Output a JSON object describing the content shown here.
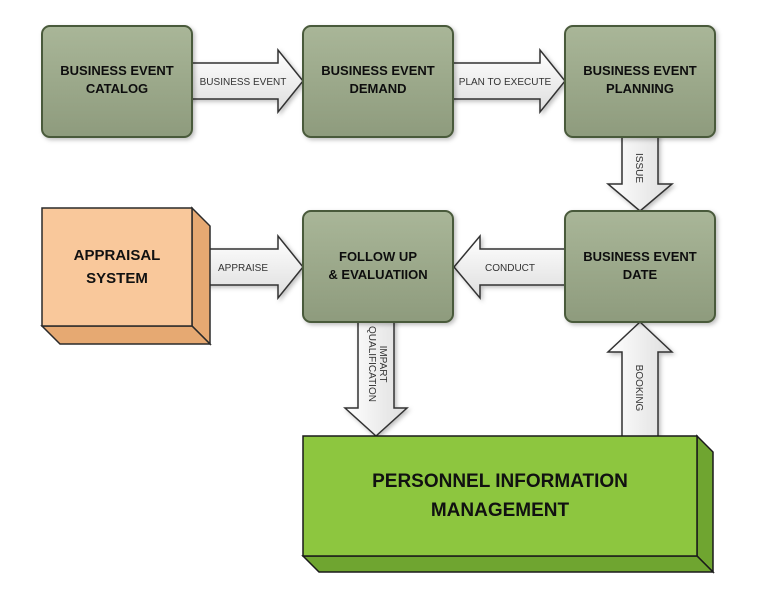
{
  "nodes": {
    "catalog": {
      "line1": "BUSINESS EVENT",
      "line2": "CATALOG"
    },
    "demand": {
      "line1": "BUSINESS EVENT",
      "line2": "DEMAND"
    },
    "planning": {
      "line1": "BUSINESS EVENT",
      "line2": "PLANNING"
    },
    "date": {
      "line1": "BUSINESS EVENT",
      "line2": "DATE"
    },
    "followup": {
      "line1": "FOLLOW UP",
      "line2": "& EVALUATIION"
    },
    "appraisal": {
      "line1": "APPRAISAL",
      "line2": "SYSTEM"
    },
    "pim": {
      "line1": "PERSONNEL INFORMATION",
      "line2": "MANAGEMENT"
    }
  },
  "arrows": {
    "business_event": "BUSINESS EVENT",
    "plan_to_execute": "PLAN TO EXECUTE",
    "issue": "ISSUE",
    "conduct": "CONDUCT",
    "appraise": "APPRAISE",
    "impart_line1": "IMPART",
    "impart_line2": "QUALIFICATION",
    "booking": "BOOKING"
  },
  "colors": {
    "process_box": "#9ba88a",
    "process_border": "#4a5a3a",
    "appraisal_box": "#f9c89b",
    "appraisal_border": "#2a2a2a",
    "pim_box": "#8dc63f",
    "pim_border": "#1a1a1a",
    "arrow_fill": "#f2f2f2",
    "arrow_stroke": "#333333"
  }
}
